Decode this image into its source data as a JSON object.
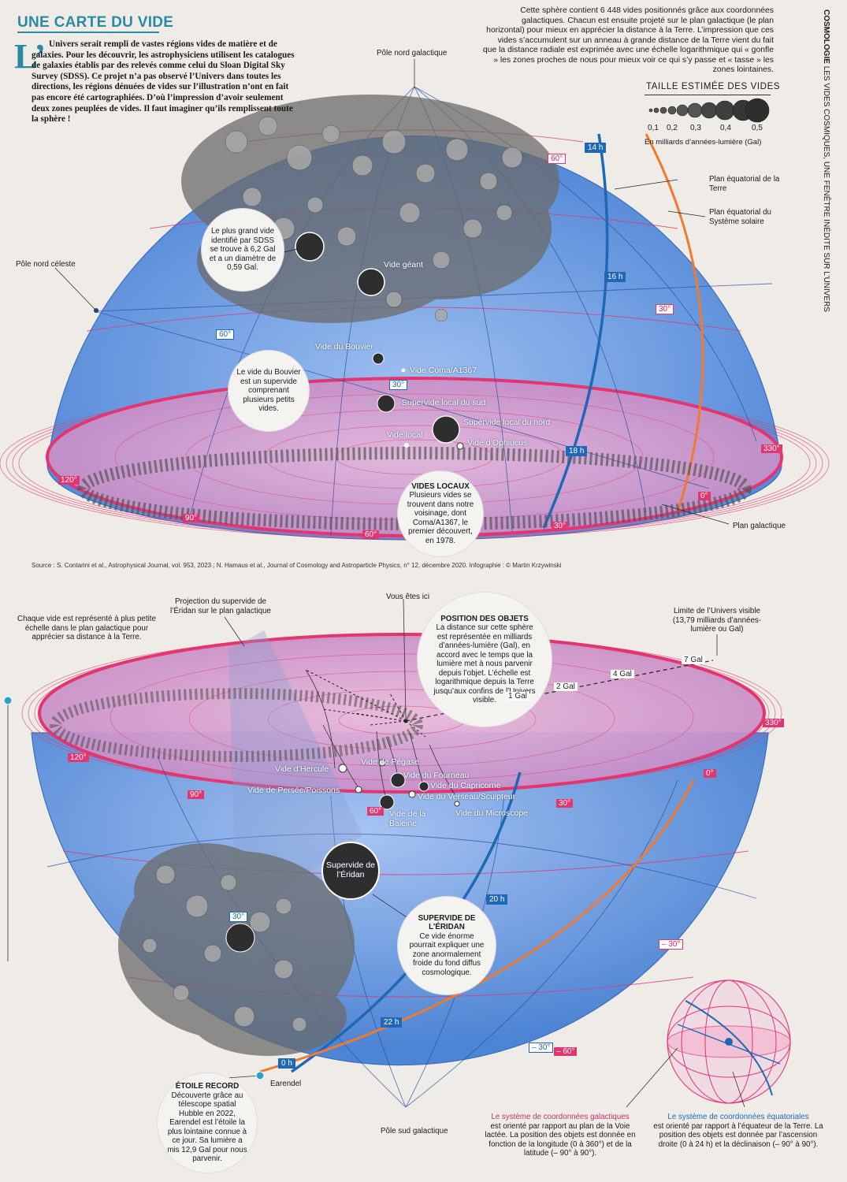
{
  "header": {
    "title": "UNE CARTE DU VIDE",
    "dropcap": "L’",
    "intro": "Univers serait rempli de vastes régions vides de matière et de galaxies. Pour les découvrir, les astrophysiciens utilisent les catalogues de galaxies établis par des relevés comme celui du Sloan Digital Sky Survey (SDSS). Ce projet n’a pas observé l’Univers dans toutes les directions, les régions dénuées de vides sur l’illustration n’ont en fait pas encore été cartographiées. D’où l’impression d’avoir seulement deux zones peuplées de vides. Il faut imaginer qu’ils remplissent toute la sphère !",
    "description": "Cette sphère contient 6 448 vides positionnés grâce aux coordonnées galactiques. Chacun est ensuite projeté sur le plan galactique (le plan horizontal) pour mieux en apprécier la distance à la Terre. L’impression que ces vides s’accumulent sur un anneau à grande distance de la Terre vient du fait que la distance radiale est exprimée avec une échelle logarithmique qui « gonfle » les zones proches de nous pour mieux voir ce qui s’y passe et « tasse » les zones lointaines.",
    "section": "COSMOLOGIE",
    "section_sub": "LES VIDES COSMIQUES, UNE FENÊTRE INÉDITE SUR L’UNIVERS"
  },
  "size_legend": {
    "title": "TAILLE ESTIMÉE DES VIDES",
    "ticks": [
      "0,1",
      "0,2",
      "0,3",
      "0,4",
      "0,5"
    ],
    "unit": "En milliards d’années-lumière (Gal)"
  },
  "colors": {
    "background": "#efece7",
    "sphere_blue": "#5d93dc",
    "galactic_plane": "#e97fb0",
    "galactic_red": "#e3356f",
    "equator_blue": "#1f68b5",
    "solar_orange": "#f07a2e",
    "void_gray": "#6e6e6e",
    "accent": "#2a8aa3"
  },
  "top": {
    "labels": {
      "north_galactic_pole": "Pôle nord galactique",
      "north_celestial_pole": "Pôle nord céleste",
      "earth_equator": "Plan équatorial de la Terre",
      "solar_equator": "Plan équatorial du Système solaire",
      "galactic_plane": "Plan galactique"
    },
    "hours": [
      "14 h",
      "16 h",
      "18 h"
    ],
    "decl": [
      "60°",
      "30°",
      "60°",
      "30°"
    ],
    "plane_deg": [
      "120°",
      "90°",
      "60°",
      "30°",
      "0°",
      "330°"
    ],
    "voids": {
      "giant": "Vide géant",
      "bouvier": "Vide du Bouvier",
      "coma": "Vide Coma/A1367",
      "sud": "Supervide local du sud",
      "nord": "Supervide local du nord",
      "local": "Vide local",
      "ophiucus": "Vide d’Ophiucus"
    },
    "bubbles": {
      "largest": "Le plus grand vide identifié par SDSS se trouve à 6,2 Gal et a un diamètre de 0,59 Gal.",
      "bouvier": "Le vide du Bouvier est un supervide comprenant plusieurs petits vides.",
      "local_title": "VIDES LOCAUX",
      "local": "Plusieurs vides se trouvent dans notre voisinage, dont Coma/A1367, le premier découvert, en 1978."
    }
  },
  "source": "Source : S. Contarini et al., Astrophysical Journal, vol. 953, 2023 ; N. Hamaus et al., Journal of Cosmology and Astroparticle Physics, n° 12, décembre 2020. Infographie : © Martin Krzywinski",
  "bottom": {
    "labels": {
      "scale_note": "Chaque vide est représenté à plus petite échelle dans le plan galactique pour apprécier sa distance à la Terre.",
      "eridan_projection": "Projection du supervide de l’Éridan sur le plan galactique",
      "you_are_here": "Vous êtes ici",
      "limit": "Limite de l’Univers visible (13,79 milliards d’années-lumière ou Gal)",
      "south_pole": "Pôle sud galactique",
      "earendel": "Earendel"
    },
    "position": {
      "title": "POSITION DES OBJETS",
      "text": "La distance sur cette sphère est représentée en milliards d’années-lumière (Gal), en accord avec le temps que la lumière met à nous parvenir depuis l’objet. L’échelle est logarithmique depuis la Terre jusqu’aux confins de l’Univers visible."
    },
    "distances": [
      "1 Gal",
      "2 Gal",
      "4 Gal",
      "7 Gal"
    ],
    "plane_deg": [
      "120°",
      "90°",
      "60°",
      "30°",
      "0°",
      "330°"
    ],
    "hours": [
      "20 h",
      "22 h",
      "0 h"
    ],
    "decl": [
      "30°",
      "– 30°",
      "– 30°",
      "– 60°"
    ],
    "voids": {
      "hercule": "Vide d’Hercule",
      "pegase": "Vide de Pégase",
      "fourneau": "Vide du Fourneau",
      "capricorne": "Vide du Capricorne",
      "persee": "Vide de Persée/Poissons",
      "verseau": "Vide du Verseau/Sculpteur",
      "baleine": "Vide de la Baleine",
      "microscope": "Vide du Microscope",
      "eridan": "Supervide de l’Éridan"
    },
    "eridan_bubble": {
      "title": "SUPERVIDE DE L’ÉRIDAN",
      "text": "Ce vide énorme pourrait expliquer une zone anormalement froide du fond diffus cosmologique."
    },
    "star_bubble": {
      "title": "ÉTOILE RECORD",
      "text": "Découverte grâce au télescope spatial Hubble en 2022, Earendel est l’étoile la plus lointaine connue à ce jour. Sa lumière a mis 12,9 Gal pour nous parvenir."
    },
    "galactic_system": {
      "title": "Le système de coordonnées galactiques",
      "text": "est orienté par rapport au plan de la Voie lactée. La position des objets est donnée en fonction de la longitude (0 à 360°) et de la latitude (– 90° à 90°)."
    },
    "equatorial_system": {
      "title": "Le système de coordonnées équatoriales",
      "text": "est orienté par rapport à l’équateur de la Terre. La position des objets est donnée par l’ascension droite (0 à 24 h) et la déclinaison (– 90° à 90°)."
    }
  }
}
